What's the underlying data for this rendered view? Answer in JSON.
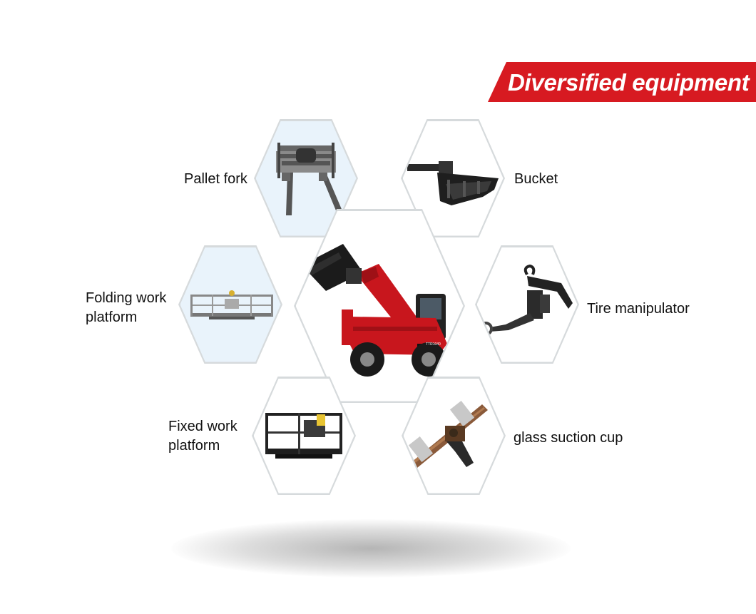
{
  "banner": {
    "title": "Diversified equipment"
  },
  "items": [
    {
      "name": "Pallet fork",
      "line1": "Pallet fork",
      "line2": ""
    },
    {
      "name": "Bucket",
      "line1": "Bucket",
      "line2": ""
    },
    {
      "name": "Folding work platform",
      "line1": "Folding work",
      "line2": "platform"
    },
    {
      "name": "Tire manipulator",
      "line1": "Tire manipulator",
      "line2": ""
    },
    {
      "name": "Fixed work platform",
      "line1": "Fixed work",
      "line2": "platform"
    },
    {
      "name": "glass suction cup",
      "line1": "glass suction cup",
      "line2": ""
    }
  ],
  "center": {
    "machine_badge": "TTR1040"
  },
  "colors": {
    "brand_red": "#d71a21",
    "hex_border": "#d6dadc",
    "hex_fill_blue": "#e9f3fb",
    "text": "#111111"
  },
  "icons": [
    "pallet-fork-image",
    "bucket-image",
    "telehandler-image",
    "folding-platform-image",
    "tire-manipulator-image",
    "fixed-platform-image",
    "glass-suction-cup-image"
  ]
}
